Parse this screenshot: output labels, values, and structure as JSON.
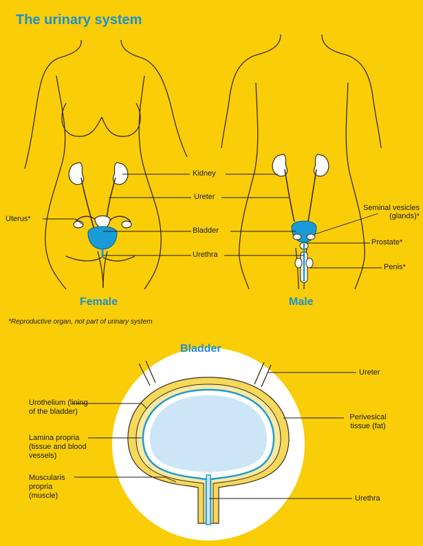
{
  "title": "The urinary system",
  "figures": {
    "female_caption": "Female",
    "male_caption": "Male",
    "bladder_caption": "Bladder"
  },
  "labels": {
    "kidney": "Kidney",
    "ureter": "Ureter",
    "bladder": "Bladder",
    "urethra": "Urethra",
    "uterus": "Uterus*",
    "seminal_vesicles": "Seminal vesicles (glands)*",
    "prostate": "Prostate*",
    "penis": "Penis*"
  },
  "footnote": "*Reproductive organ, not part of urinary system",
  "bladder_detail": {
    "ureter": "Ureter",
    "perivesical": "Perivesical tissue (fat)",
    "urethra": "Urethra",
    "urothelium": "Urothelium (lining of the bladder)",
    "lamina_propria": "Lamina propria (tissue and blood vessels)",
    "muscularis_propria": "Muscularis propria (muscle)"
  },
  "colors": {
    "background": "#f9cd08",
    "accent_blue": "#1e8fd0",
    "organ_blue": "#1a9bd7",
    "bladder_fill": "#cde6f7",
    "fat_yellow": "#f6d85a"
  }
}
